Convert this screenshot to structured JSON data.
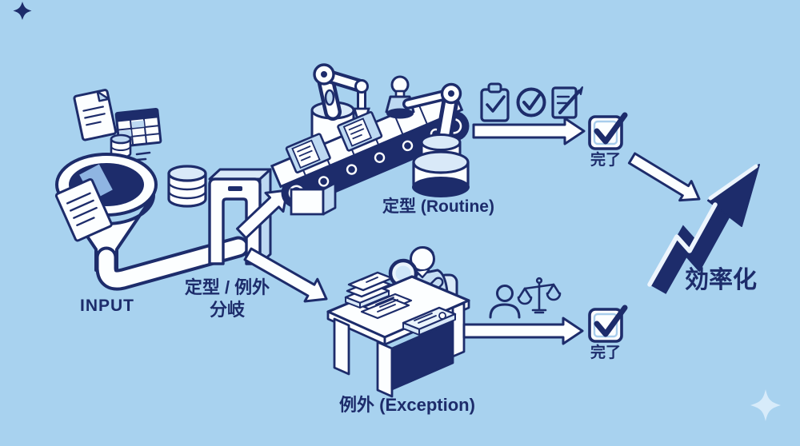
{
  "scene": {
    "background_color": "#a8d2ef",
    "ink_color": "#1d2c6b",
    "panel_fill": "#bdd9f2",
    "highlight_color": "#edf5fd",
    "sparkle_color": "#d7ebfa"
  },
  "stages": {
    "input": {
      "label": "INPUT",
      "icons": [
        "document",
        "spreadsheet",
        "database",
        "funnel"
      ]
    },
    "branch": {
      "label_line1": "定型 / 例外",
      "label_line2": "分岐",
      "icons": [
        "gate",
        "arrow-up-right",
        "arrow-down-right"
      ]
    },
    "routine": {
      "label": "定型 (Routine)",
      "icons": [
        "robot-arm",
        "conveyor-belt",
        "stamp",
        "clipboard-check",
        "circle-check",
        "document-edit"
      ],
      "done_label": "完了"
    },
    "exception": {
      "label": "例外 (Exception)",
      "icons": [
        "magnifier",
        "person-at-desk",
        "person",
        "scales"
      ],
      "done_label": "完了"
    },
    "outcome": {
      "label": "効率化",
      "icons": [
        "growth-arrow"
      ]
    }
  }
}
